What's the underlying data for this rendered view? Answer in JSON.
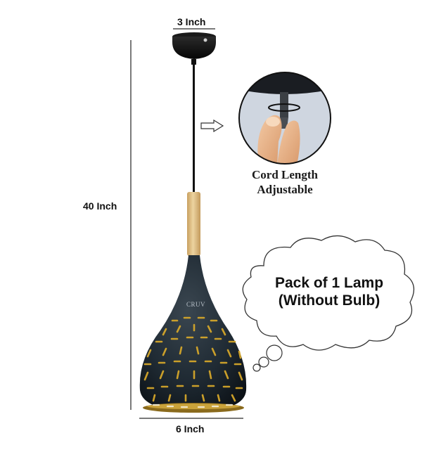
{
  "dimensions": {
    "top_width": "3 Inch",
    "total_height": "40 Inch",
    "bottom_width": "6 Inch"
  },
  "feature": {
    "caption_line1": "Cord Length",
    "caption_line2": "Adjustable",
    "icon": "arrow-right-outline-icon"
  },
  "package": {
    "line1": "Pack of 1 Lamp",
    "line2": "(Without Bulb)"
  },
  "product": {
    "brand": "CRUV"
  },
  "colors": {
    "shade": "#1f2a33",
    "wood": "#d9b97c",
    "cutout_glow": "#d4a62a",
    "dimension_line": "#7a7a7a",
    "background": "#ffffff"
  }
}
